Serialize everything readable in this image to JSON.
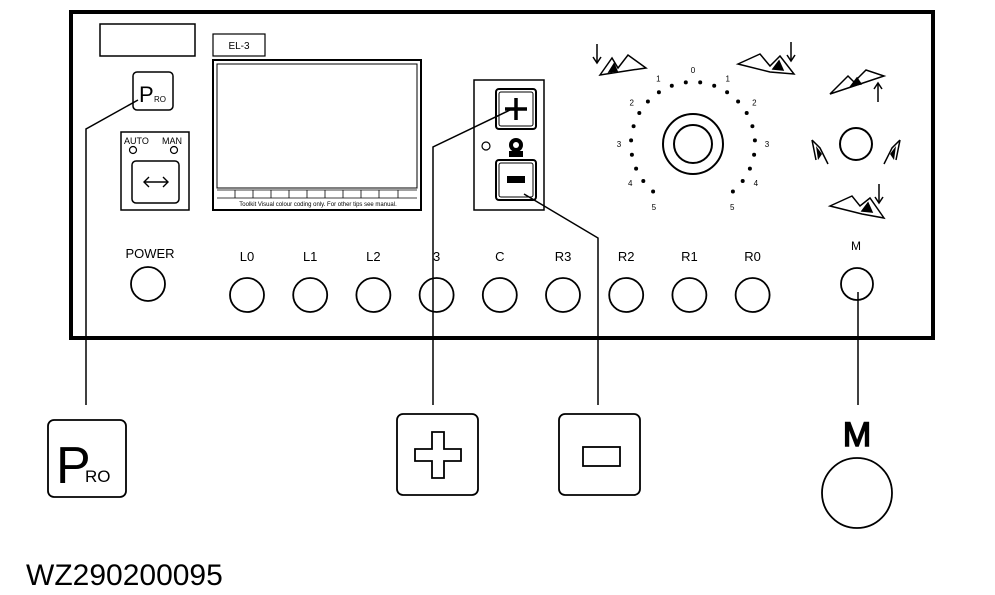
{
  "panel": {
    "model_label": "EL-3",
    "screen_footer": "Toolkit Visual colour coding only. For other tips see manual.",
    "auto_label": "AUTO",
    "man_label": "MAN",
    "power_label": "POWER",
    "buttons": [
      "L0",
      "L1",
      "L2",
      "3",
      "C",
      "R3",
      "R2",
      "R1",
      "R0"
    ],
    "m_label": "M",
    "dial_ticks": [
      "0",
      "1",
      "2",
      "3",
      "4",
      "5",
      "5",
      "4",
      "3",
      "2",
      "1"
    ]
  },
  "callouts": {
    "pro_main": "P",
    "pro_sub": "RO",
    "m_label": "M"
  },
  "figure_id": "WZ290200095"
}
